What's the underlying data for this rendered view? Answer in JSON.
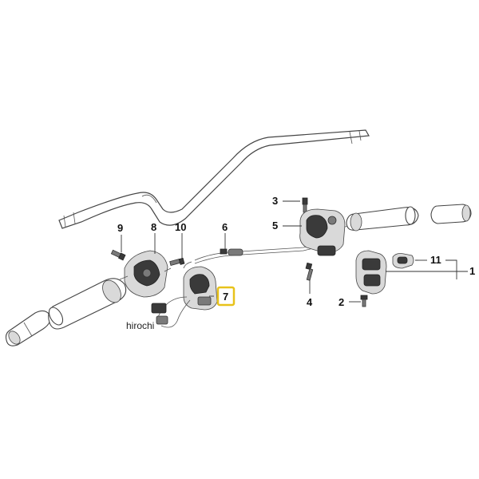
{
  "diagram": {
    "callouts": {
      "c1": "1",
      "c2": "2",
      "c3": "3",
      "c4": "4",
      "c5": "5",
      "c6": "6",
      "c7": "7",
      "c8": "8",
      "c9": "9",
      "c10": "10",
      "c11": "11"
    },
    "highlighted_callout": "7",
    "highlight_color": "#e8c21a",
    "watermark": "hirochi"
  },
  "icons": [
    "handlebar",
    "left-grip",
    "left-bar-end-weight",
    "left-switch-housing",
    "left-switch-cover",
    "cable-harness",
    "throttle-cable",
    "right-switch-housing",
    "right-switch-cover",
    "right-grip",
    "right-bar-end-weight",
    "screw",
    "button"
  ]
}
